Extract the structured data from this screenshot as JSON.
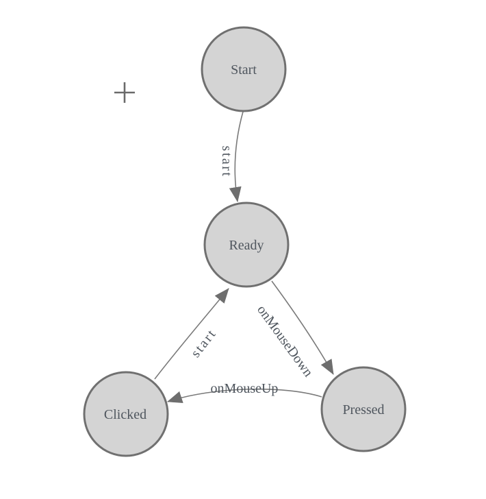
{
  "fsm": {
    "diagram_type": "state-machine",
    "nodes": [
      {
        "id": "start",
        "label": "Start"
      },
      {
        "id": "ready",
        "label": "Ready"
      },
      {
        "id": "clicked",
        "label": "Clicked"
      },
      {
        "id": "pressed",
        "label": "Pressed"
      }
    ],
    "edges": [
      {
        "from": "start",
        "to": "ready",
        "label": "start"
      },
      {
        "from": "clicked",
        "to": "ready",
        "label": "start"
      },
      {
        "from": "ready",
        "to": "pressed",
        "label": "onMouseDown"
      },
      {
        "from": "pressed",
        "to": "clicked",
        "label": "onMouseUp"
      }
    ],
    "icons": {
      "crosshair": "plus-crosshair"
    },
    "colors": {
      "background": "#ffffff",
      "node_fill": "#d4d4d4",
      "node_border": "#707070",
      "edge_line": "#7a7a7a",
      "arrowhead": "#6e6e6e",
      "text": "#4f565e",
      "crosshair": "#6a6a6a"
    }
  }
}
